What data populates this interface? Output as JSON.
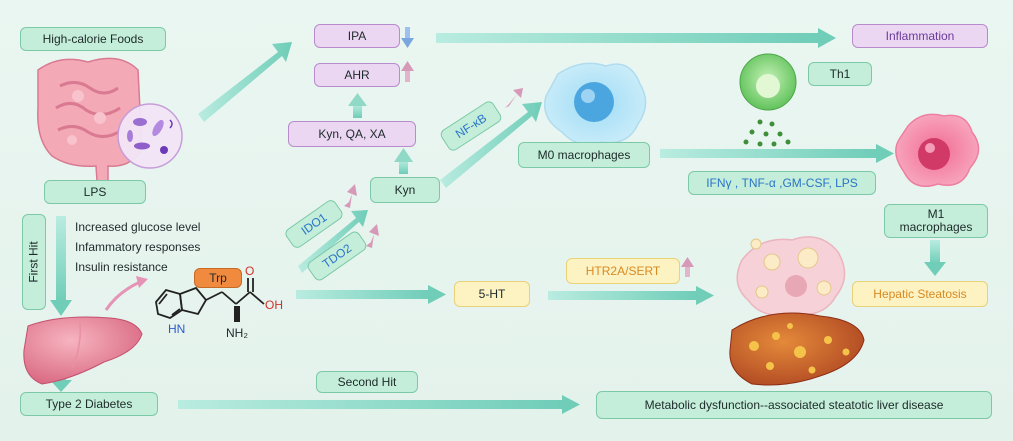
{
  "labels": {
    "high_calorie_foods": "High-calorie Foods",
    "lps": "LPS",
    "first_hit": "First Hit",
    "symptom1": "Increased glucose level",
    "symptom2": "Infammatory responses",
    "symptom3": "Insulin resistance",
    "type2_diabetes": "Type 2 Diabetes",
    "second_hit": "Second Hit",
    "mafld": "Metabolic dysfunction--associated steatotic liver disease",
    "ipa": "IPA",
    "ahr": "AHR",
    "kyn_qa_xa": "Kyn, QA, XA",
    "nfkb": "NF-κB",
    "ido1": "IDO1",
    "tdo2": "TDO2",
    "kyn": "Kyn",
    "m0": "M0 macrophages",
    "inflammation": "Inflammation",
    "th1": "Th1",
    "cytokines": "IFNγ , TNF-α ,GM-CSF, LPS",
    "m1_line1": "M1",
    "m1_line2": "macrophages",
    "hepatic_steatosis": "Hepatic Steatosis",
    "htr2a": "HTR2A/SERT",
    "five_ht": "5-HT",
    "trp": "Trp",
    "nh": "HN",
    "nh2": "NH₂",
    "o": "O",
    "oh": "OH"
  },
  "colors": {
    "mint_fill": "#c4eed9",
    "purple_fill": "#ecd7f3",
    "yellow_fill": "#fdf2c2",
    "arrow_teal": "#7fd3c1",
    "up_arrow": "#d69ab8",
    "down_arrow": "#7aa7e0"
  }
}
